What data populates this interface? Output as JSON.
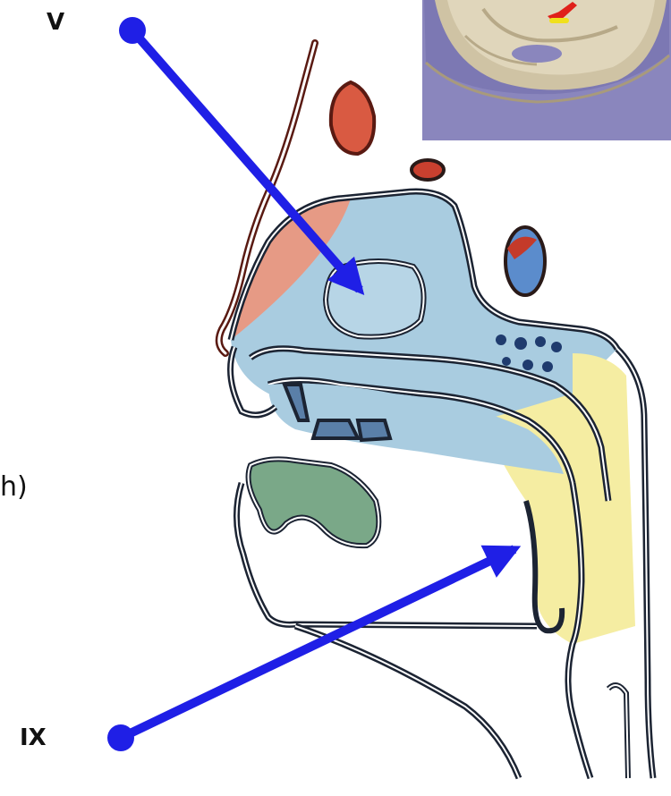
{
  "labels": {
    "top_nerve": "V",
    "bottom_nerve": "IX",
    "partial_paren": "h)"
  },
  "colors": {
    "arrow": "#1f1fe6",
    "outline_dark": "#1c2433",
    "nose_outline": "#5a1a12",
    "pink_region": "#e39a88",
    "blue_region": "#9ec4dc",
    "yellow_region": "#f7efa6",
    "green_region": "#6f9d7f",
    "red_sinus": "#d84a36",
    "skull_bg": "#7f7ab5",
    "skull_bone": "#cdbf9f"
  },
  "icons": [
    "skull-thumbnail",
    "arrow-v",
    "arrow-ix"
  ]
}
